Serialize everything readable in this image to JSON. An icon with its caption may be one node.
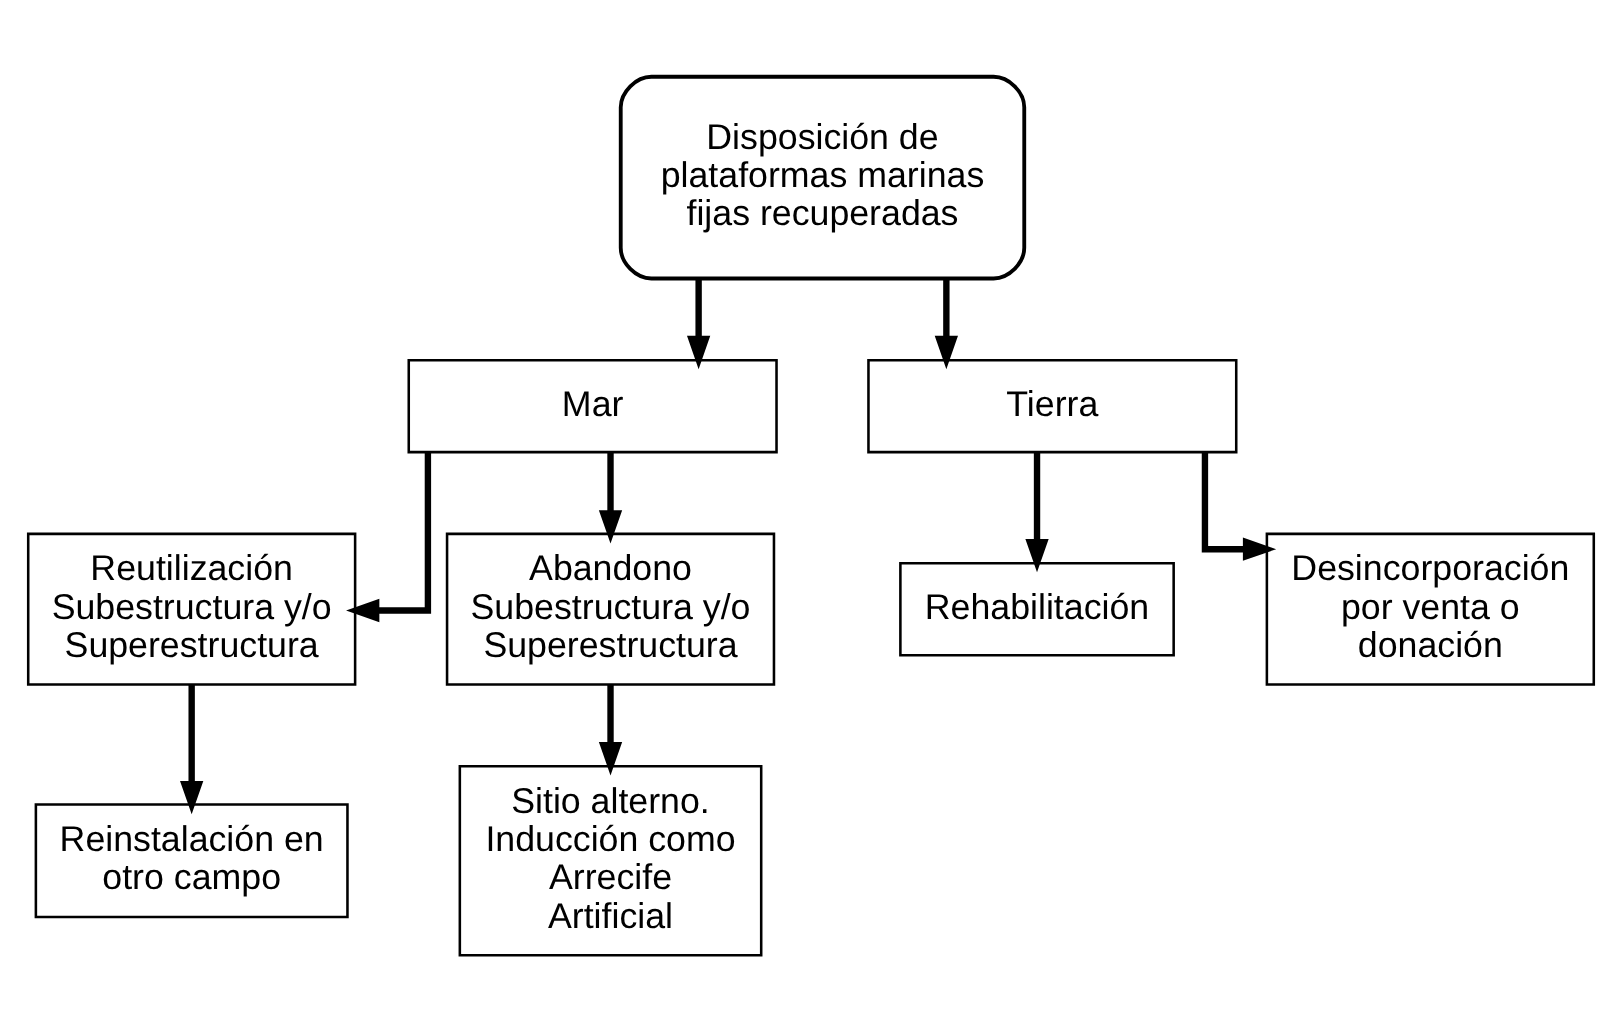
{
  "diagram": {
    "nodes": [
      {
        "text": [
          "Disposición de plataformas marinas fijas recuperadas"
        ]
      },
      {
        "text": [
          "Mar"
        ]
      },
      {
        "text": [
          "Tierra"
        ]
      },
      {
        "text": [
          "Reutilización Subestructura y/o Superestructura"
        ]
      },
      {
        "text": [
          "Abandono Subestructura y/o Superestructura"
        ]
      },
      {
        "text": [
          "Rehabilitación"
        ]
      },
      {
        "text": [
          "Desincorporación por venta o donación"
        ]
      },
      {
        "text": [
          "Reinstalación en otro campo"
        ]
      },
      {
        "text": [
          "Sitio alterno. Inducción como Arrecife Artificial"
        ]
      }
    ],
    "edges": [
      {
        "from": 0,
        "to": 1,
        "arrow": "to"
      },
      {
        "from": 0,
        "to": 2,
        "arrow": "to"
      },
      {
        "from": 1,
        "to": 3,
        "arrow": "to"
      },
      {
        "from": 1,
        "to": 4,
        "arrow": "to"
      },
      {
        "from": 2,
        "to": 5,
        "arrow": "to"
      },
      {
        "from": 2,
        "to": 6,
        "arrow": "to"
      },
      {
        "from": 3,
        "to": 7,
        "arrow": "to"
      },
      {
        "from": 4,
        "to": 8,
        "arrow": "to"
      }
    ]
  }
}
